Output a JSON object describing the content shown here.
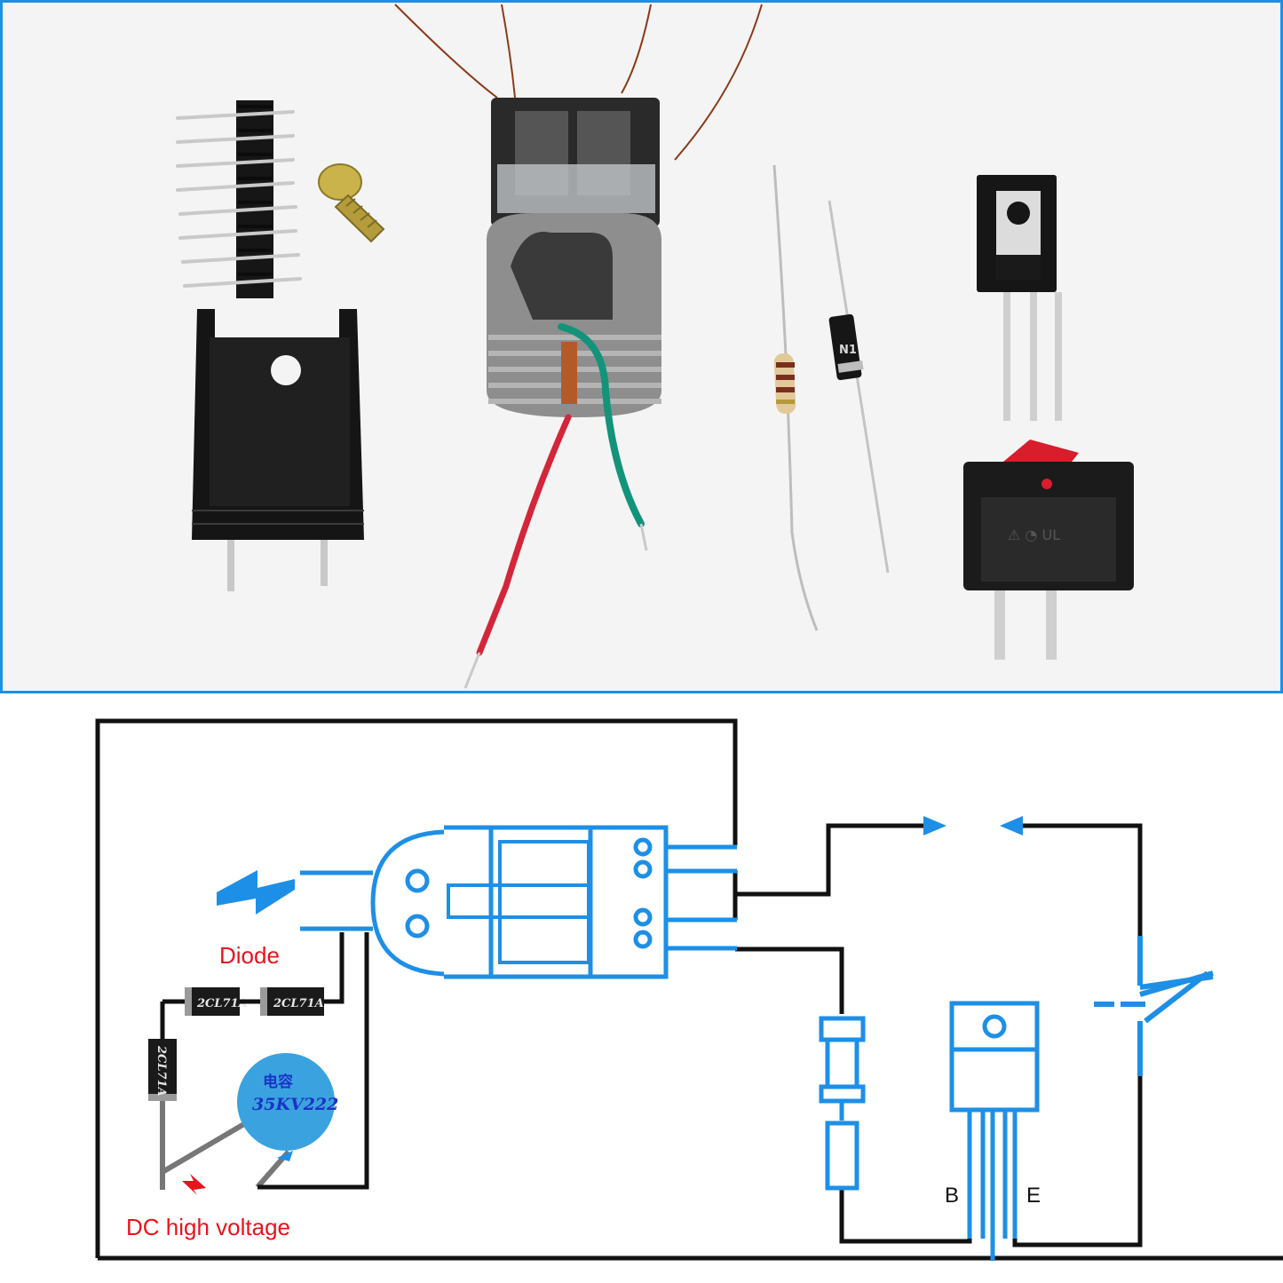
{
  "diagram": {
    "labels": {
      "diode": "Diode",
      "dc_high_voltage": "DC high voltage",
      "base_pin": "B",
      "emitter_pin": "E"
    },
    "diode_marking": "2CL71A",
    "capacitor_marking_line1": "电容",
    "capacitor_marking_line2": "35KV222",
    "diode_photo_marking": "N1",
    "colors": {
      "photo_border": "#1e8fe6",
      "schematic_blue": "#1e8fe6",
      "wire_black": "#111111",
      "label_red": "#e8141c",
      "capacitor_blue": "#3aa3df"
    }
  }
}
